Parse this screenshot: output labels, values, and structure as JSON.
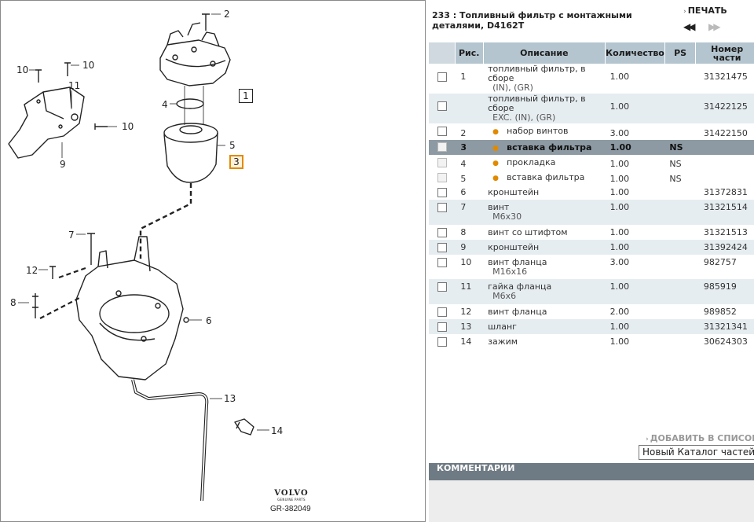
{
  "diagram": {
    "callouts": [
      "2",
      "10",
      "10",
      "11",
      "1",
      "4",
      "10",
      "9",
      "5",
      "3",
      "7",
      "12",
      "8",
      "6",
      "13",
      "14"
    ],
    "brand": "VOLVO",
    "brand_sub": "GENUINE PARTS",
    "ref": "GR-382049"
  },
  "header": {
    "title": "233 : Топливный фильтр с монтажными деталями, D4162T",
    "print_label": "ПЕЧАТЬ"
  },
  "table": {
    "columns": {
      "fig": "Рис.",
      "desc": "Описание",
      "qty": "Количество",
      "ps": "PS",
      "pn_line1": "Номер",
      "pn_line2": "части"
    },
    "rows": [
      {
        "fig": "1",
        "desc": "топливный фильтр, в сборе",
        "sub": "(IN), (GR)",
        "qty": "1.00",
        "ps": "",
        "pn": "31321475"
      },
      {
        "fig": "",
        "desc": "топливный фильтр, в сборе",
        "sub": "EXC. (IN), (GR)",
        "qty": "1.00",
        "ps": "",
        "pn": "31422125"
      },
      {
        "fig": "2",
        "desc": "набор винтов",
        "sub": "",
        "qty": "3.00",
        "ps": "",
        "pn": "31422150"
      },
      {
        "fig": "3",
        "desc": "вставка фильтра",
        "sub": "",
        "qty": "1.00",
        "ps": "NS",
        "pn": ""
      },
      {
        "fig": "4",
        "desc": "прокладка",
        "sub": "",
        "qty": "1.00",
        "ps": "NS",
        "pn": ""
      },
      {
        "fig": "5",
        "desc": "вставка фильтра",
        "sub": "",
        "qty": "1.00",
        "ps": "NS",
        "pn": ""
      },
      {
        "fig": "6",
        "desc": "кронштейн",
        "sub": "",
        "qty": "1.00",
        "ps": "",
        "pn": "31372831"
      },
      {
        "fig": "7",
        "desc": "винт",
        "sub": "M6x30",
        "qty": "1.00",
        "ps": "",
        "pn": "31321514"
      },
      {
        "fig": "8",
        "desc": "винт со штифтом",
        "sub": "",
        "qty": "1.00",
        "ps": "",
        "pn": "31321513"
      },
      {
        "fig": "9",
        "desc": "кронштейн",
        "sub": "",
        "qty": "1.00",
        "ps": "",
        "pn": "31392424"
      },
      {
        "fig": "10",
        "desc": "винт фланца",
        "sub": "M16x16",
        "qty": "3.00",
        "ps": "",
        "pn": "982757"
      },
      {
        "fig": "11",
        "desc": "гайка фланца",
        "sub": "M6x6",
        "qty": "1.00",
        "ps": "",
        "pn": "985919"
      },
      {
        "fig": "12",
        "desc": "винт фланца",
        "sub": "",
        "qty": "2.00",
        "ps": "",
        "pn": "989852"
      },
      {
        "fig": "13",
        "desc": "шланг",
        "sub": "",
        "qty": "1.00",
        "ps": "",
        "pn": "31321341"
      },
      {
        "fig": "14",
        "desc": "зажим",
        "sub": "",
        "qty": "1.00",
        "ps": "",
        "pn": "30624303"
      }
    ]
  },
  "actions": {
    "add_to_list": "ДОБАВИТЬ В СПИСОК",
    "catalog_select": "Новый Каталог частей"
  },
  "comments": {
    "title": "КОММЕНТАРИИ"
  },
  "colors": {
    "header_bg": "#b4c5cf",
    "alt_row": "#e6edf1",
    "selected_row": "#8d9aa3",
    "bullet": "#e08a00",
    "comments_bar": "#6f7b84"
  }
}
